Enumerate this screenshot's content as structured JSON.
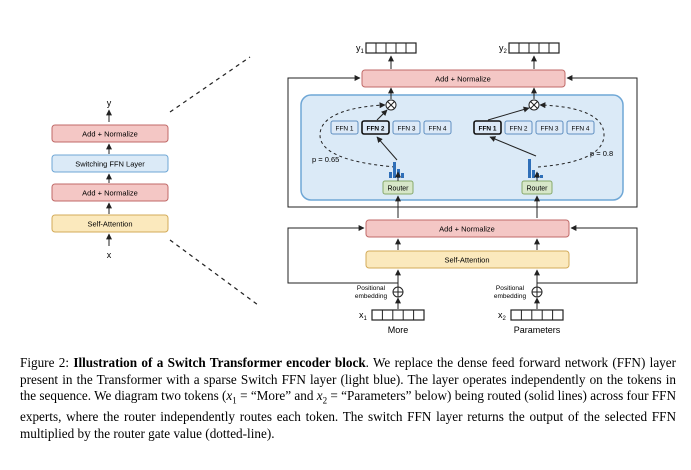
{
  "figure": {
    "left": {
      "y_label": "y",
      "x_label": "x",
      "blocks": [
        "Add + Normalize",
        "Switching FFN Layer",
        "Add + Normalize",
        "Self-Attention"
      ]
    },
    "right": {
      "top_add_norm": "Add + Normalize",
      "mid_add_norm": "Add + Normalize",
      "self_attention": "Self-Attention",
      "router_label": "Router",
      "positional_embedding_line1": "Positional",
      "positional_embedding_line2": "embedding",
      "ffn_labels": [
        "FFN 1",
        "FFN 2",
        "FFN 3",
        "FFN 4"
      ],
      "p_left": "p = 0.65",
      "p_right": "p = 0.8",
      "y1": "y",
      "y1_sub": "1",
      "y2": "y",
      "y2_sub": "2",
      "x1": "x",
      "x1_sub": "1",
      "x2": "x",
      "x2_sub": "2",
      "token1": "More",
      "token2": "Parameters"
    },
    "colors": {
      "pink": "#f4c7c5",
      "pink_border": "#c06a68",
      "blue": "#dbeaf7",
      "blue_border": "#6fa7d6",
      "yellow": "#fbe9bd",
      "yellow_border": "#d3ab59",
      "router": "#d7e7c9",
      "router_border": "#87a96b",
      "ffn": "#dce9f7",
      "hist": "#2f6fb8"
    }
  },
  "caption": {
    "prefix": "Figure 2:",
    "title": "Illustration of a Switch Transformer encoder block",
    "line1_rest": ". We replace the dense feed forward",
    "line2": "network (FFN) layer present in the Transformer with a sparse Switch FFN layer (light blue).  The",
    "line3": "layer operates independently on the tokens in the sequence. We diagram two tokens (",
    "x1_eq": "x",
    "x1_sub": "1",
    "x1_val": " = “More”",
    "line4_a": "and ",
    "x2_eq": "x",
    "x2_sub": "2",
    "x2_val": " = “Parameters” below) being routed (solid lines) across four FFN experts, where the router",
    "line5": "independently routes each token.  The switch FFN layer returns the output of the selected FFN",
    "line6": "multiplied by the router gate value (dotted-line)."
  }
}
